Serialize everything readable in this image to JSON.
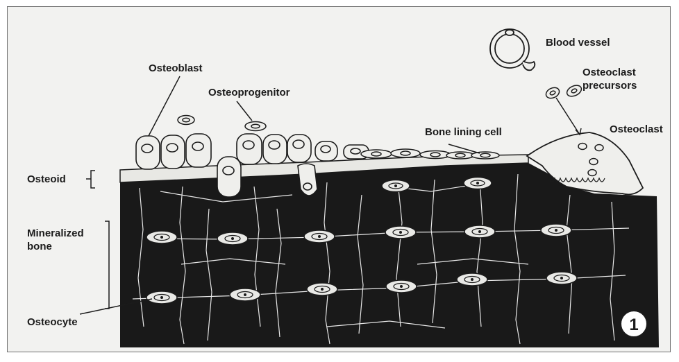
{
  "labels": {
    "osteoblast": "Osteoblast",
    "osteoprogenitor": "Osteoprogenitor",
    "blood_vessel": "Blood vessel",
    "osteoclast_precursors_line1": "Osteoclast",
    "osteoclast_precursors_line2": "precursors",
    "bone_lining_cell": "Bone lining cell",
    "osteoclast": "Osteoclast",
    "osteoid": "Osteoid",
    "mineralized_bone_line1": "Mineralized",
    "mineralized_bone_line2": "bone",
    "osteocyte": "Osteocyte"
  },
  "figure_number": "1"
}
